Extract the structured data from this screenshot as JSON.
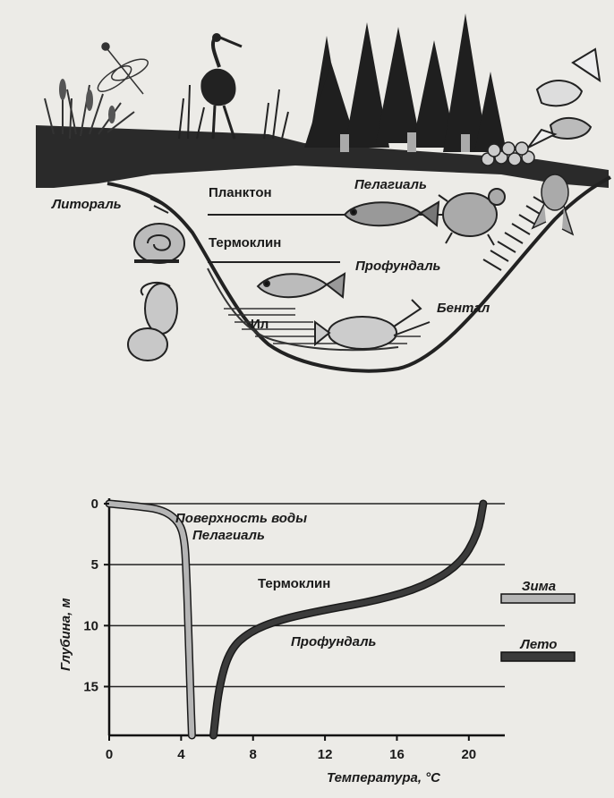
{
  "ecosystem": {
    "labels": {
      "littoral": "Литораль",
      "plankton": "Планктон",
      "pelagial": "Пелагиаль",
      "thermocline": "Термоклин",
      "profundal": "Профундаль",
      "silt": "Ил",
      "benthal": "Бентал"
    }
  },
  "chart_data": {
    "type": "line",
    "xlabel": "Температура, °C",
    "ylabel": "Глубина, м",
    "xlim": [
      0,
      22
    ],
    "ylim": [
      19,
      0
    ],
    "y_inverted": true,
    "x_ticks": [
      0,
      4,
      8,
      12,
      16,
      20
    ],
    "y_ticks": [
      0,
      5,
      10,
      15
    ],
    "grid_lines_y": [
      0,
      5,
      10,
      15
    ],
    "annotations": {
      "surface": "Поверхность воды",
      "pelagial": "Пелагиаль",
      "thermocline": "Термоклин",
      "profundal": "Профундаль"
    },
    "legend_placement": "right",
    "series": [
      {
        "name": "Зима",
        "color": "#b5b5b5",
        "points": [
          [
            0,
            0
          ],
          [
            1.5,
            0.2
          ],
          [
            3,
            0.5
          ],
          [
            3.9,
            1.5
          ],
          [
            4.2,
            3
          ],
          [
            4.3,
            6
          ],
          [
            4.4,
            10
          ],
          [
            4.5,
            15
          ],
          [
            4.6,
            19
          ]
        ]
      },
      {
        "name": "Лето",
        "color": "#3b3b3b",
        "points": [
          [
            5.8,
            19
          ],
          [
            6.1,
            15
          ],
          [
            6.7,
            12
          ],
          [
            7.8,
            10.5
          ],
          [
            9.5,
            9.5
          ],
          [
            12,
            8.7
          ],
          [
            15,
            7.9
          ],
          [
            17.5,
            6.8
          ],
          [
            19.5,
            5
          ],
          [
            20.5,
            2.5
          ],
          [
            20.8,
            0
          ]
        ]
      }
    ]
  }
}
